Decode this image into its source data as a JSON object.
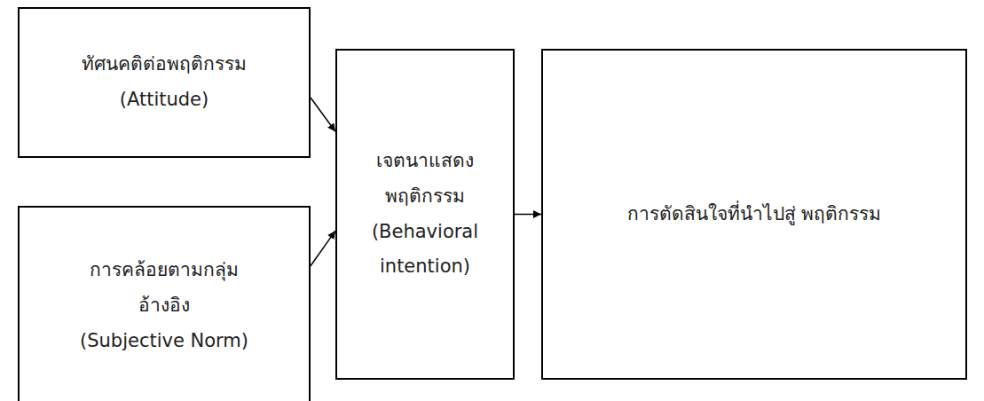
{
  "diagram": {
    "nodes": [
      {
        "text": [
          "ทัศนคติต่อพฤติกรรม",
          "(Attitude)"
        ]
      },
      {
        "text": [
          "การคล้อยตามกลุ่ม อ้างอิง",
          "(Subjective Norm)"
        ]
      },
      {
        "text": [
          "เจตนาแสดง พฤติกรรม",
          "(Behavioral intention)"
        ]
      },
      {
        "text": [
          "การตัดสินใจที่นำไปสู่ พฤติกรรม"
        ]
      }
    ],
    "edges": [
      {
        "from": 0,
        "to": 2,
        "arrow": "to"
      },
      {
        "from": 1,
        "to": 2,
        "arrow": "to"
      },
      {
        "from": 2,
        "to": 3,
        "arrow": "to"
      }
    ]
  }
}
